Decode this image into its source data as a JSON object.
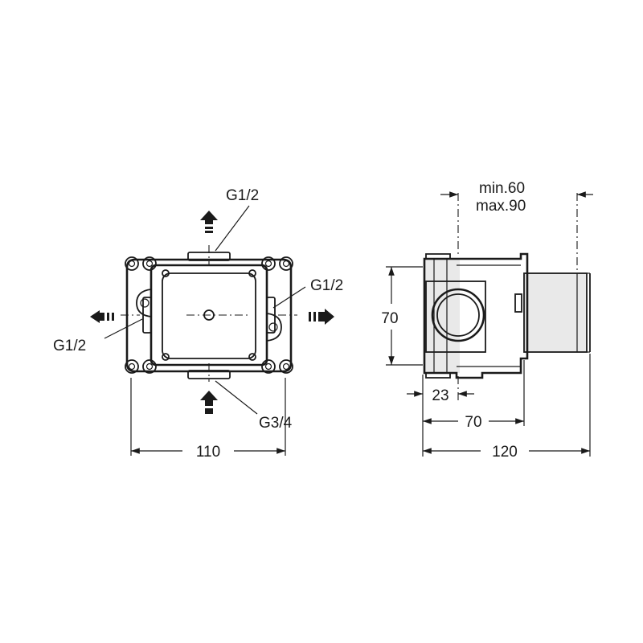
{
  "front_view": {
    "label_top": "G1/2",
    "label_right": "G1/2",
    "label_left": "G1/2",
    "label_bottom": "G3/4",
    "dim_width": "110"
  },
  "side_view": {
    "label_min": "min.60",
    "label_max": "max.90",
    "dim_height": "70",
    "dim_23": "23",
    "dim_70": "70",
    "dim_120": "120"
  },
  "colors": {
    "line": "#1a1a1a",
    "background": "#ffffff",
    "shade": "#e9e9e9"
  },
  "icons": [
    "flow-arrow-up-icon",
    "flow-arrow-left-icon",
    "flow-arrow-right-icon",
    "flow-arrow-up-bottom-icon"
  ]
}
